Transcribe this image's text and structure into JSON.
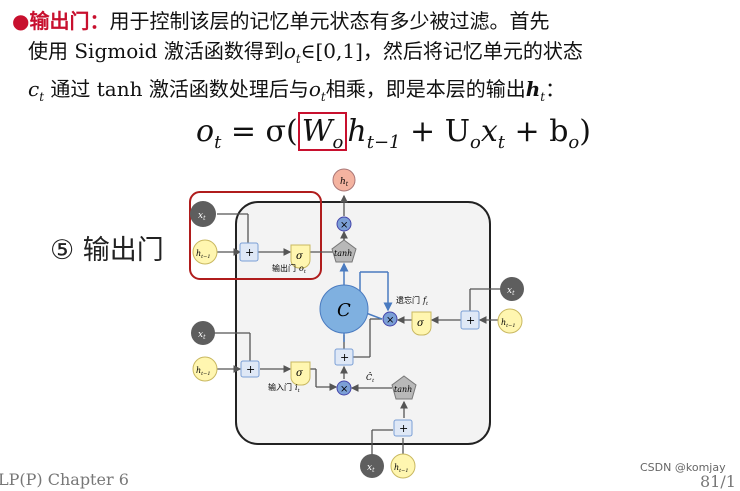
{
  "text": {
    "bullet": "●",
    "heading": "输出门：",
    "line1_rest": "用于控制该层的记忆单元状态有多少被过滤。首先",
    "line2_a": "使用 Sigmoid 激活函数得到",
    "line2_var": "o",
    "line2_sub": "t",
    "line2_b": "∈[0,1]，然后将记忆单元的状态",
    "line3_var": "c",
    "line3_sub": "t",
    "line3_a": " 通过 tanh 激活函数处理后与",
    "line3_var2": "o",
    "line3_sub2": "t",
    "line3_b": "相乘，即是本层的输出",
    "line3_var3": "h",
    "line3_sub3": "t",
    "line3_end": "："
  },
  "formula": {
    "lhs": "o",
    "lhs_sub": "t",
    "eq": " = σ(",
    "W": "W",
    "W_sub": "o",
    "h": "h",
    "h_sub": "t−1",
    "plus1": " + U",
    "U_sub": "o",
    "x": "x",
    "x_sub": "t",
    "plus2": " + b",
    "b_sub": "o",
    "close": ")"
  },
  "section_label": "⑤ 输出门",
  "diagram": {
    "output_gate_label": "输出门",
    "output_gate_var": "o",
    "output_gate_sub": "t",
    "forget_gate_label": "遗忘门",
    "forget_gate_var": "f",
    "forget_gate_sub": "t",
    "input_gate_label": "输入门",
    "input_gate_var": "i",
    "input_gate_sub": "t",
    "cell_label": "C",
    "cand_label": "Ĉ",
    "cand_sub": "t",
    "tanh": "tanh",
    "sigma": "σ",
    "plus": "+",
    "times": "×",
    "h_out": "h",
    "h_out_sub": "t",
    "x_label": "x",
    "x_sub": "t",
    "hprev_label": "h",
    "hprev_sub": "t−1"
  },
  "footer": {
    "left": "LP(P) Chapter 6",
    "watermark": "CSDN @komjay",
    "page": "81/1"
  },
  "colors": {
    "accent_red": "#c8102e",
    "cell_blue": "#7fb0e0",
    "node_blue": "#7b9fd6",
    "node_yellow": "#fff6b0",
    "node_gray": "#5e5e5e",
    "h_out_pink": "#f4b3a0"
  }
}
